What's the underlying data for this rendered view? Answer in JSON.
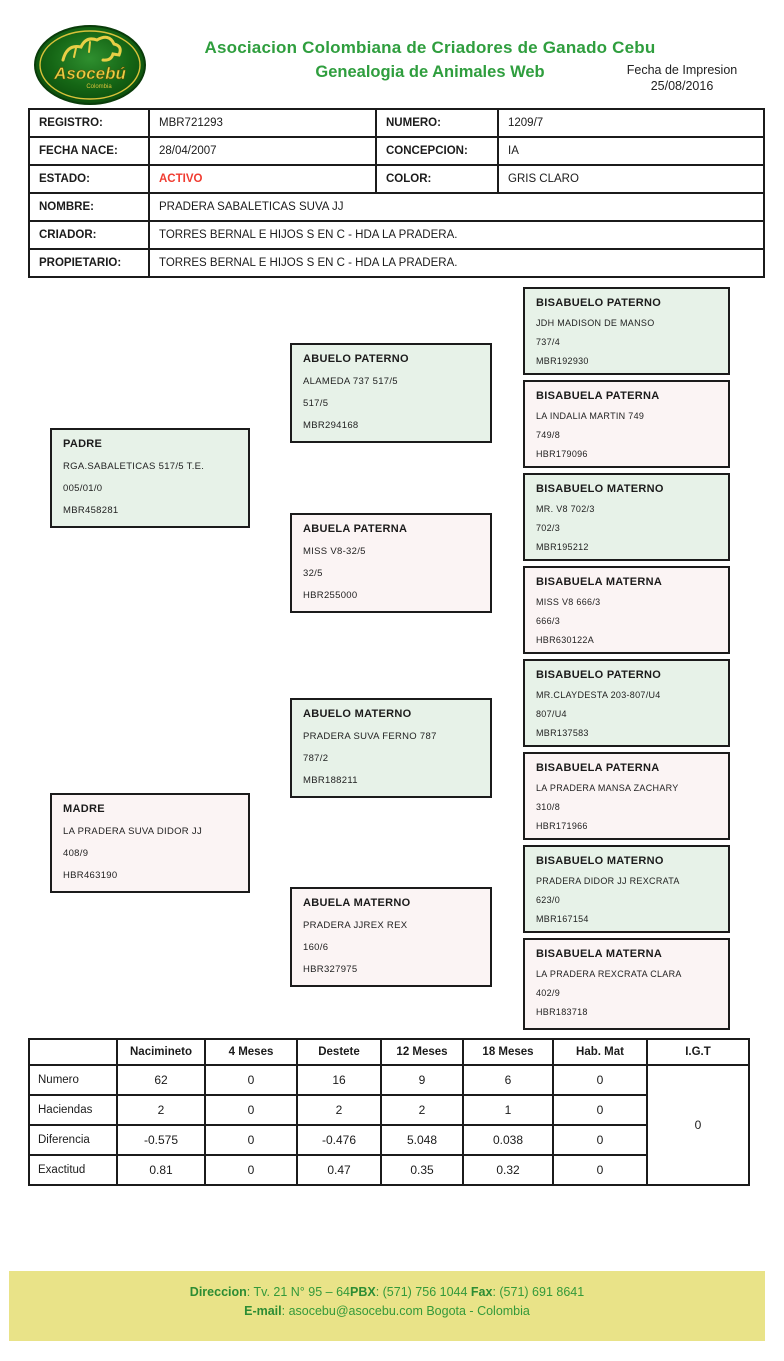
{
  "colors": {
    "accent_green": "#2f9e3e",
    "status_red": "#f03c31",
    "male_box_bg": "#e7f2e8",
    "female_box_bg": "#fbf4f4",
    "footer_bg": "#e9e388",
    "footer_green": "#33993a"
  },
  "header": {
    "logo_brand": "Asocebú",
    "logo_sub": "Colombia",
    "title_line1": "Asociacion Colombiana de Criadores de Ganado Cebu",
    "title_line2": "Genealogia de Animales Web",
    "print_date_label": "Fecha de Impresion",
    "print_date_value": "25/08/2016"
  },
  "info": {
    "rows2col": [
      {
        "l1": "REGISTRO:",
        "v1": "MBR721293",
        "l2": "NUMERO:",
        "v2": "1209/7"
      },
      {
        "l1": "FECHA NACE:",
        "v1": "28/04/2007",
        "l2": "CONCEPCION:",
        "v2": "IA"
      },
      {
        "l1": "ESTADO:",
        "v1": "ACTIVO",
        "l2": "COLOR:",
        "v2": "GRIS CLARO"
      }
    ],
    "rows1col": [
      {
        "label": "NOMBRE:",
        "value": "PRADERA SABALETICAS SUVA JJ"
      },
      {
        "label": "CRIADOR:",
        "value": "TORRES BERNAL E HIJOS S EN C - HDA LA PRADERA."
      },
      {
        "label": "PROPIETARIO:",
        "value": "TORRES BERNAL E HIJOS S EN C - HDA LA PRADERA."
      }
    ]
  },
  "pedigree": {
    "padre": {
      "title": "PADRE",
      "name": "RGA.SABALETICAS 517/5 T.E.",
      "number": "005/01/0",
      "registro": "MBR458281"
    },
    "madre": {
      "title": "MADRE",
      "name": "LA PRADERA SUVA DIDOR JJ",
      "number": "408/9",
      "registro": "HBR463190"
    },
    "abuelo_paterno": {
      "title": "ABUELO PATERNO",
      "name": "ALAMEDA 737 517/5",
      "number": "517/5",
      "registro": "MBR294168"
    },
    "abuela_paterna": {
      "title": "ABUELA PATERNA",
      "name": "MISS V8-32/5",
      "number": "32/5",
      "registro": "HBR255000"
    },
    "abuelo_materno": {
      "title": "ABUELO MATERNO",
      "name": "PRADERA SUVA FERNO 787",
      "number": "787/2",
      "registro": "MBR188211"
    },
    "abuela_materno": {
      "title": "ABUELA MATERNO",
      "name": "PRADERA JJREX REX",
      "number": "160/6",
      "registro": "HBR327975"
    },
    "bisabuelos": [
      {
        "title": "BISABUELO PATERNO",
        "name": "JDH MADISON DE MANSO",
        "number": "737/4",
        "registro": "MBR192930"
      },
      {
        "title": "BISABUELA PATERNA",
        "name": "LA INDALIA MARTIN 749",
        "number": "749/8",
        "registro": "HBR179096"
      },
      {
        "title": "BISABUELO MATERNO",
        "name": "MR. V8 702/3",
        "number": "702/3",
        "registro": "MBR195212"
      },
      {
        "title": "BISABUELA MATERNA",
        "name": "MISS V8 666/3",
        "number": "666/3",
        "registro": "HBR630122A"
      },
      {
        "title": "BISABUELO PATERNO",
        "name": "MR.CLAYDESTA 203-807/U4",
        "number": "807/U4",
        "registro": "MBR137583"
      },
      {
        "title": "BISABUELA PATERNA",
        "name": "LA PRADERA MANSA ZACHARY",
        "number": "310/8",
        "registro": "HBR171966"
      },
      {
        "title": "BISABUELO MATERNO",
        "name": "PRADERA DIDOR JJ REXCRATA",
        "number": "623/0",
        "registro": "MBR167154"
      },
      {
        "title": "BISABUELA MATERNA",
        "name": "LA PRADERA REXCRATA CLARA",
        "number": "402/9",
        "registro": "HBR183718"
      }
    ]
  },
  "stats": {
    "headers": [
      "",
      "Nacimineto",
      "4 Meses",
      "Destete",
      "12 Meses",
      "18 Meses",
      "Hab. Mat",
      "I.G.T"
    ],
    "rows": [
      {
        "label": "Numero",
        "values": [
          "62",
          "0",
          "16",
          "9",
          "6",
          "0"
        ]
      },
      {
        "label": "Haciendas",
        "values": [
          "2",
          "0",
          "2",
          "2",
          "1",
          "0"
        ]
      },
      {
        "label": "Diferencia",
        "values": [
          "-0.575",
          "0",
          "-0.476",
          "5.048",
          "0.038",
          "0"
        ]
      },
      {
        "label": "Exactitud",
        "values": [
          "0.81",
          "0",
          "0.47",
          "0.35",
          "0.32",
          "0"
        ]
      }
    ],
    "igt_value": "0"
  },
  "footer": {
    "line1": [
      {
        "text": "Direccion"
      },
      {
        "text": ": Tv. 21 N°  95 – 64"
      },
      {
        "text": "PBX"
      },
      {
        "text": ": (571) 756 1044 "
      },
      {
        "text": "Fax"
      },
      {
        "text": ": (571) 691 8641"
      }
    ],
    "line2": [
      {
        "text": "E-mail"
      },
      {
        "text": ": asocebu@asocebu.com Bogota - Colombia"
      }
    ]
  }
}
